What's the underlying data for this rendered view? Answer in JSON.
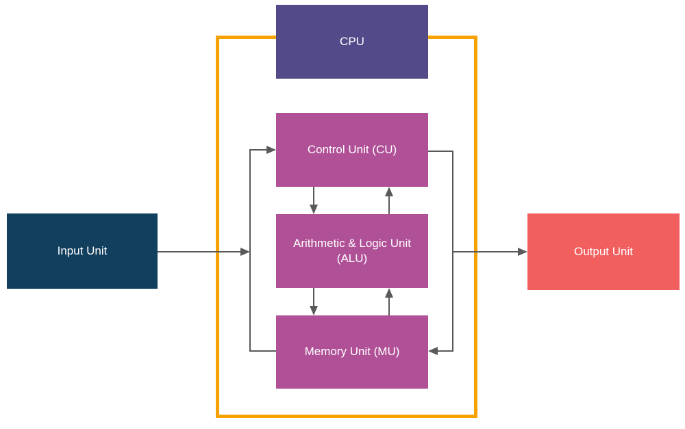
{
  "diagram": {
    "type": "block-diagram",
    "background": "#FFFFFF",
    "nodes": {
      "cpu": {
        "label": "CPU",
        "fill": "#534A8A",
        "text_color": "#FFFFFF"
      },
      "control_unit": {
        "label": "Control Unit (CU)",
        "fill": "#B05097",
        "text_color": "#FFFFFF"
      },
      "alu": {
        "label": "Arithmetic & Logic Unit (ALU)",
        "fill": "#B05097",
        "text_color": "#FFFFFF"
      },
      "memory_unit": {
        "label": "Memory Unit (MU)",
        "fill": "#B05097",
        "text_color": "#FFFFFF"
      },
      "input_unit": {
        "label": "Input Unit",
        "fill": "#133F5E",
        "text_color": "#FFFFFF"
      },
      "output_unit": {
        "label": "Output Unit",
        "fill": "#F15F5F",
        "text_color": "#FFFFFF"
      }
    },
    "cpu_boundary": {
      "stroke": "#F6A202"
    },
    "connectors": {
      "stroke": "#595959",
      "edges": [
        {
          "from": "input_unit",
          "to": "cpu_left_bus",
          "arrow": true
        },
        {
          "from": "cpu_left_bus",
          "to": "control_unit",
          "arrow": true
        },
        {
          "from": "memory_unit",
          "to": "cpu_left_bus",
          "arrow": false
        },
        {
          "from": "control_unit",
          "to": "alu",
          "arrow": true
        },
        {
          "from": "alu",
          "to": "control_unit",
          "arrow": true
        },
        {
          "from": "alu",
          "to": "memory_unit",
          "arrow": true
        },
        {
          "from": "memory_unit",
          "to": "alu",
          "arrow": true
        },
        {
          "from": "control_unit",
          "to": "cpu_right_bus",
          "arrow": false
        },
        {
          "from": "cpu_right_bus",
          "to": "memory_unit",
          "arrow": true
        },
        {
          "from": "cpu_right_bus",
          "to": "output_unit",
          "arrow": true
        }
      ]
    }
  }
}
